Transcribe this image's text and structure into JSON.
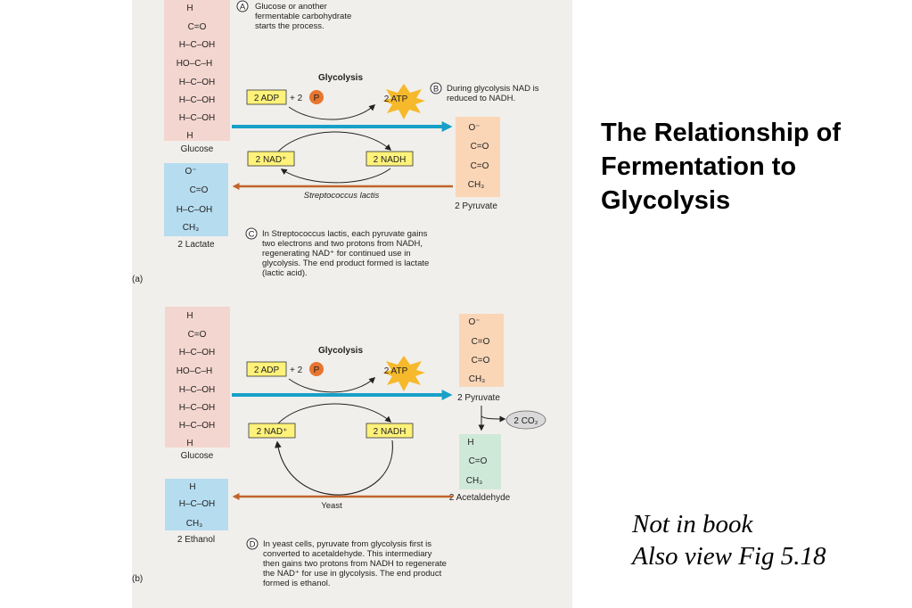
{
  "slide": {
    "title_lines": [
      "The Relationship of",
      "Fermentation to",
      "Glycolysis"
    ],
    "note_lines": [
      "Not in book",
      "Also view Fig 5.18"
    ]
  },
  "colors": {
    "panel_bg": "#f1efeb",
    "glucose_box": "#f3d6cf",
    "pyruvate_box": "#fad6b7",
    "lactate_box": "#b6dcef",
    "acetaldehyde_box": "#cfe9d8",
    "ethanol_box": "#b6dcef",
    "cofactor_box": "#fff27a",
    "glycolysis_arrow": "#17a0c8",
    "fermentation_arrow": "#c1642d",
    "atp_star": "#f6b92b",
    "phosphate": "#e8752f",
    "co2_oval": "#d9d9d9"
  },
  "panel_a": {
    "panel_letter": "(a)",
    "glucose": {
      "lines": [
        "H",
        "C=O",
        "H–C–OH",
        "HO–C–H",
        "H–C–OH",
        "H–C–OH",
        "H–C–OH",
        "H"
      ],
      "label": "Glucose"
    },
    "step_a": {
      "letter": "A",
      "text": [
        "Glucose or another",
        "fermentable carbohydrate",
        "starts the process."
      ]
    },
    "glycolysis_label": "Glycolysis",
    "adp": "2 ADP",
    "plus_two": "+ 2",
    "phosphate": "P",
    "atp": "2 ATP",
    "nad": "2 NAD⁺",
    "nadh": "2 NADH",
    "step_b": {
      "letter": "B",
      "text": [
        "During glycolysis NAD is",
        "reduced  to NADH."
      ]
    },
    "pyruvate": {
      "lines": [
        "O⁻",
        "C=O",
        "C=O",
        "CH₃"
      ],
      "label": "2 Pyruvate"
    },
    "lactate": {
      "lines": [
        "O⁻",
        "C=O",
        "H–C–OH",
        "CH₃"
      ],
      "label": "2 Lactate"
    },
    "organism": "Streptococcus lactis",
    "step_c": {
      "letter": "C",
      "text": [
        "In Streptococcus lactis, each pyruvate gains",
        "two electrons and two protons from NADH,",
        "regenerating NAD⁺ for continued use in",
        "glycolysis. The end product formed is lactate",
        "(lactic acid)."
      ]
    }
  },
  "panel_b": {
    "panel_letter": "(b)",
    "glucose": {
      "lines": [
        "H",
        "C=O",
        "H–C–OH",
        "HO–C–H",
        "H–C–OH",
        "H–C–OH",
        "H–C–OH",
        "H"
      ],
      "label": "Glucose"
    },
    "glycolysis_label": "Glycolysis",
    "adp": "2 ADP",
    "plus_two": "+ 2",
    "phosphate": "P",
    "atp": "2 ATP",
    "nad": "2 NAD⁺",
    "nadh": "2 NADH",
    "pyruvate": {
      "lines": [
        "O⁻",
        "C=O",
        "C=O",
        "CH₃"
      ],
      "label": "2 Pyruvate"
    },
    "co2": "2 CO₂",
    "acetaldehyde": {
      "lines": [
        "H",
        "C=O",
        "CH₃"
      ],
      "label": "2 Acetaldehyde"
    },
    "ethanol": {
      "lines": [
        "H",
        "H–C–OH",
        "CH₃"
      ],
      "label": "2 Ethanol"
    },
    "organism": "Yeast",
    "step_d": {
      "letter": "D",
      "text": [
        "In yeast cells, pyruvate from glycolysis first is",
        "converted to acetaldehyde. This intermediary",
        "then gains two protons from NADH to regenerate",
        "the NAD⁺ for use in glycolysis. The end product",
        "formed is ethanol."
      ]
    }
  }
}
